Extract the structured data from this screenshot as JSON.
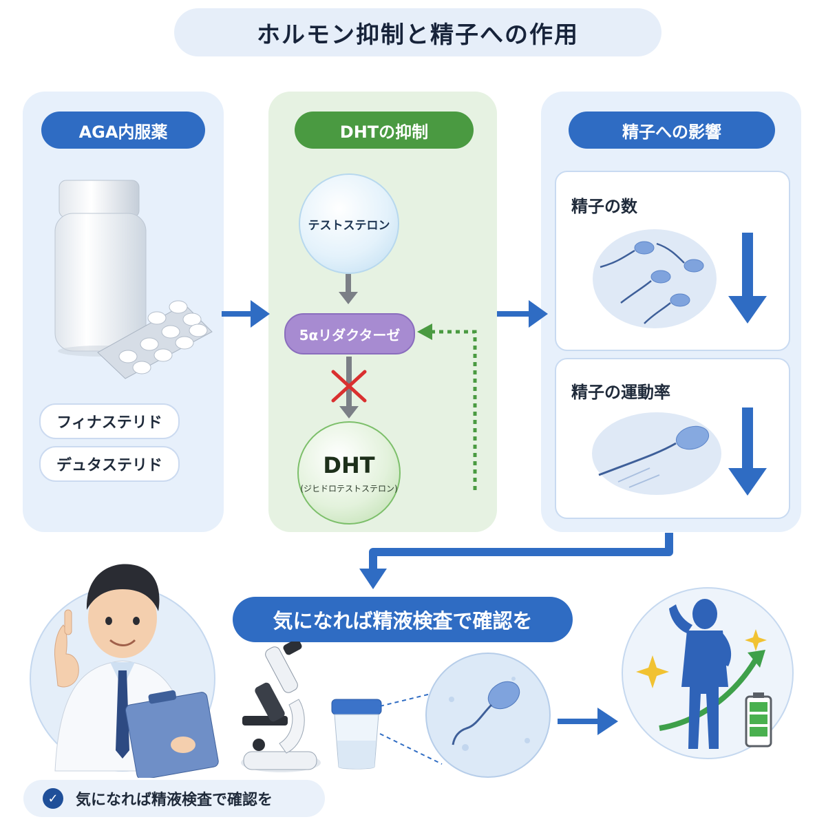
{
  "title": "ホルモン抑制と精子への作用",
  "left_panel": {
    "header": "AGA内服薬",
    "drugs": [
      "フィナステリド",
      "デュタステリド"
    ]
  },
  "mid_panel": {
    "header": "DHTの抑制",
    "testosterone": "テストステロン",
    "enzyme": "5αリダクターゼ",
    "dht": "DHT",
    "dht_full": "(ジヒドロテストステロン)"
  },
  "right_panel": {
    "header": "精子への影響",
    "count_label": "精子の数",
    "motility_label": "精子の運動率"
  },
  "cta": "気になれば精液検査で確認を",
  "footer": "気になれば精液検査で確認を",
  "colors": {
    "primary_blue": "#2f6cc3",
    "green": "#4a9a41",
    "enzyme_purple": "#a78bd1",
    "block_red": "#d9302f"
  }
}
